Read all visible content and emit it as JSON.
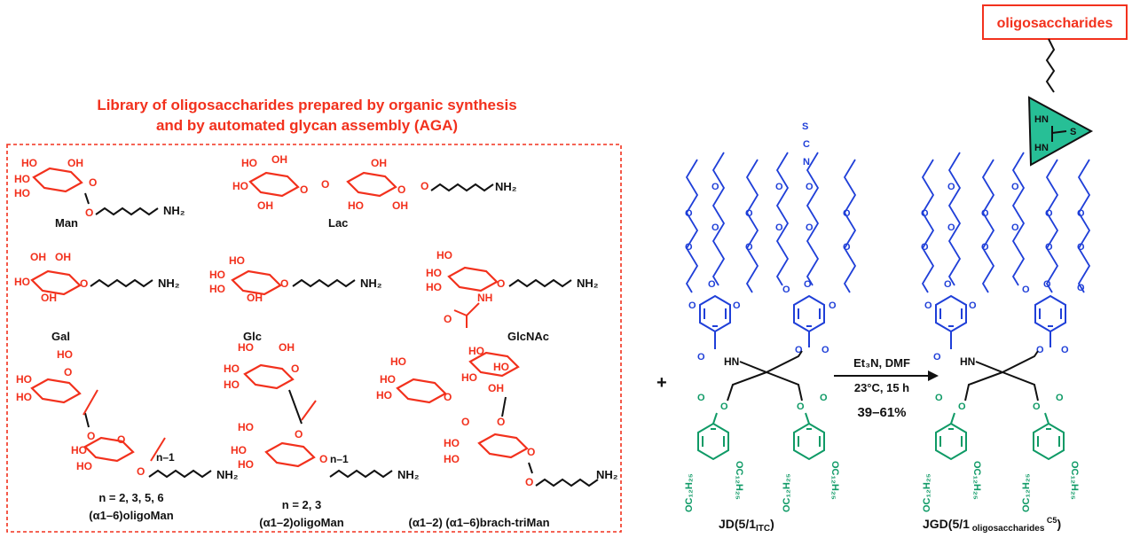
{
  "colors": {
    "red": "#f2311d",
    "blue": "#1f3fd8",
    "green": "#0f9a66",
    "black": "#111111",
    "teal_fill": "#27bf96"
  },
  "header": {
    "line1": "Library of oligosaccharides prepared by organic synthesis",
    "line2": "and by automated glycan assembly (AGA)"
  },
  "library": {
    "man": {
      "name": "Man",
      "amine": "NH2"
    },
    "lac": {
      "name": "Lac",
      "amine": "NH2"
    },
    "gal": {
      "name": "Gal",
      "amine": "NH2"
    },
    "glc": {
      "name": "Glc",
      "amine": "NH2"
    },
    "glcnac": {
      "name": "GlcNAc",
      "amine": "NH2",
      "nh": "NH"
    },
    "oligo16": {
      "n_values": "n = 2, 3, 5, 6",
      "name": "(α1–6)oligoMan",
      "repeat": "n–1"
    },
    "oligo12": {
      "n_values": "n = 2, 3",
      "name": "(α1–2)oligoMan",
      "repeat": "n–1"
    },
    "brach": {
      "name": "(α1–2) (α1–6)brach-triMan"
    }
  },
  "reaction": {
    "plus": "+",
    "reagents": "Et3N, DMF",
    "conditions": "23°C, 15 h",
    "yield": "39–61%"
  },
  "reactant": {
    "label": "JD(5/1",
    "label_sub": "ITC",
    "label_end": ")",
    "nh": "HN",
    "ncs_s": "S",
    "ncs_c": "C",
    "ncs_n": "N"
  },
  "product": {
    "label": "JGD(5/1",
    "label_sub": "oligosaccharides",
    "label_sup": "C5",
    "label_end": ")",
    "nh": "HN",
    "thiourea_top": "HN",
    "thiourea_bottom": "HN",
    "thiourea_s": "S",
    "oligo_box": "oligosaccharides"
  },
  "tail": {
    "text": "OC12H25"
  }
}
